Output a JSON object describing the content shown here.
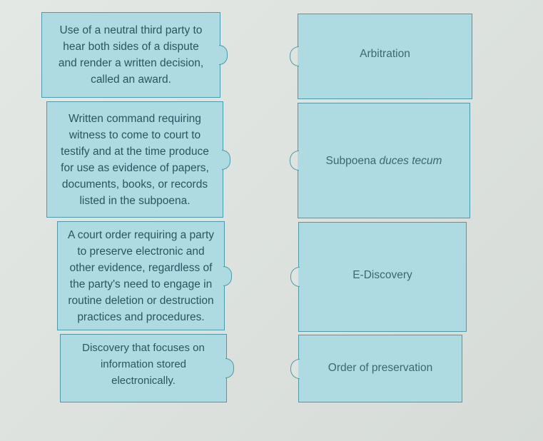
{
  "definitions": [
    {
      "text": "Use of a neutral third party to\nhear both sides of a dispute\nand render a written decision,\ncalled an award."
    },
    {
      "text": "Written command requiring\nwitness to come to court to\ntestify and at the time produce\nfor use as evidence of papers,\ndocuments, books, or records\nlisted in the subpoena."
    },
    {
      "text": "A court order requiring a party\nto preserve electronic and\nother evidence, regardless of\nthe party's need to engage in\nroutine deletion or destruction\npractices and procedures."
    },
    {
      "text": "Discovery that focuses on\ninformation stored\nelectronically."
    }
  ],
  "terms": [
    {
      "label": "Arbitration"
    },
    {
      "label_plain": "Subpoena ",
      "label_italic": "duces tecum"
    },
    {
      "label": "E-Discovery"
    },
    {
      "label": "Order of preservation"
    }
  ],
  "colors": {
    "card_fill": "#aedbe2",
    "card_border": "#4e9aa8",
    "text": "#2a5560",
    "background": "#dfe4e0"
  }
}
